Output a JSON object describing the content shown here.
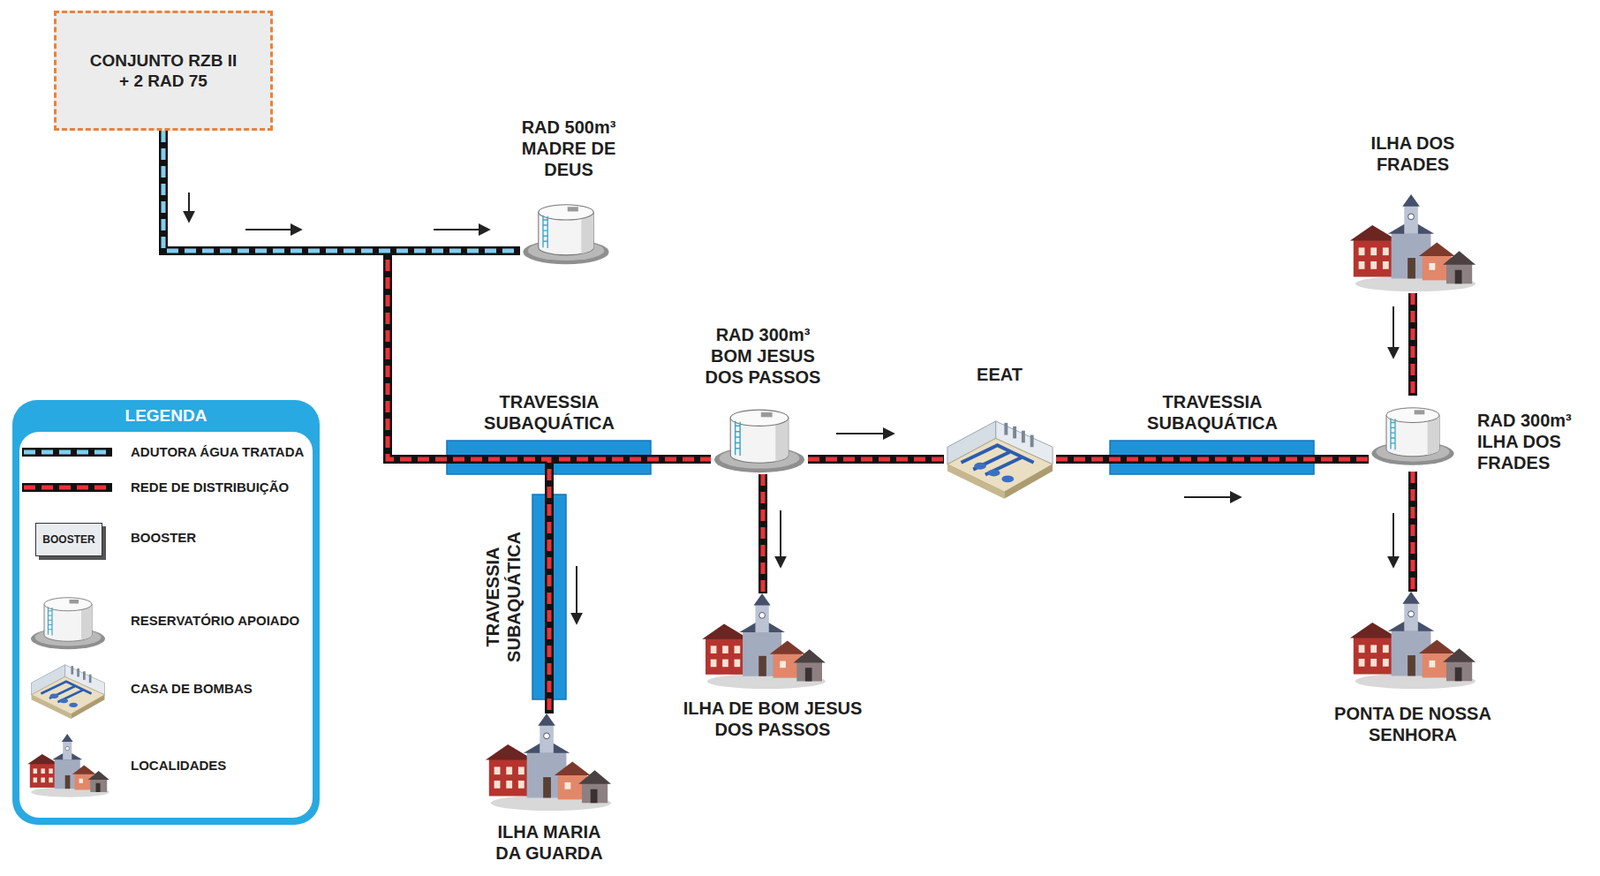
{
  "diagram": {
    "nodes": [
      {
        "text": [
          "CONJUNTO RZB II + 2 RAD 75"
        ]
      },
      {
        "text": [
          "RAD 500m³ MADRE DE DEUS"
        ]
      },
      {
        "text": [
          "RAD 300m³ BOM JESUS DOS PASSOS"
        ]
      },
      {
        "text": [
          "EEAT"
        ]
      },
      {
        "text": [
          "ILHA DOS FRADES"
        ]
      },
      {
        "text": [
          "RAD 300m³ ILHA DOS FRADES"
        ]
      },
      {
        "text": [
          "ILHA MARIA DA GUARDA"
        ]
      },
      {
        "text": [
          "ILHA DE BOM JESUS DOS PASSOS"
        ]
      },
      {
        "text": [
          "PONTA DE NOSSA SENHORA"
        ]
      }
    ],
    "edges": [
      {
        "from": 0,
        "to": 1,
        "arrow": "to"
      },
      {
        "from": 0,
        "to": 2,
        "arrow": "to"
      },
      {
        "from": 0,
        "to": 6,
        "arrow": "to"
      },
      {
        "from": 2,
        "to": 7,
        "arrow": "to"
      },
      {
        "from": 2,
        "to": 3,
        "arrow": "to"
      },
      {
        "from": 3,
        "to": 5,
        "arrow": "to"
      },
      {
        "from": 4,
        "to": 5,
        "arrow": "to"
      },
      {
        "from": 5,
        "to": 8,
        "arrow": "to"
      }
    ],
    "labels": [
      "TRAVESSIA SUBAQUÁTICA",
      "TRAVESSIA SUBAQUÁTICA",
      "TRAVESSIA SUBAQUÁTICA",
      "LEGENDA",
      "BOOSTER"
    ],
    "legend": [
      {
        "text": "ADUTORA ÁGUA TRATADA"
      },
      {
        "text": "REDE DE DISTRIBUIÇÃO"
      },
      {
        "text": "BOOSTER"
      },
      {
        "text": "RESERVATÓRIO APOIADO"
      },
      {
        "text": "CASA DE BOMBAS"
      },
      {
        "text": "LOCALIDADES"
      }
    ]
  }
}
